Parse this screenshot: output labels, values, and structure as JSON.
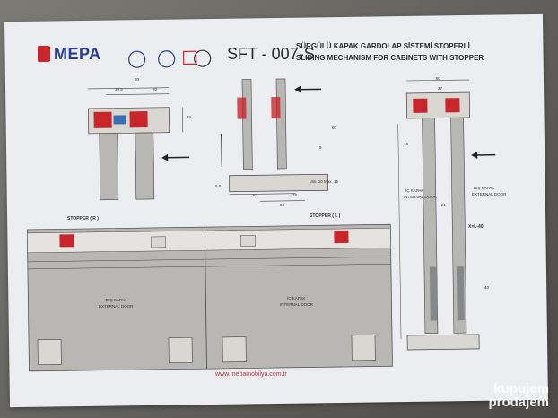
{
  "brand": {
    "name": "MEPA"
  },
  "product": {
    "model": "SFT - 007-S",
    "title_tr": "SÜRGÜLÜ KAPAK GARDOLAP SİSTEMİ STOPERLİ",
    "title_en": "SLIDING MECHANISM FOR CABINETS WITH STOPPER"
  },
  "diagram_labels": {
    "stopper_r": "STOPPER ( R )",
    "stopper_l": "STOPPER ( L )",
    "outer_door_tr": "DIŞ KAPAK",
    "outer_door_en": "EXTERNAL DOOR",
    "inner_door_tr": "İÇ KAPAK",
    "inner_door_en": "INTERNAL DOOR",
    "side_inner_tr": "İÇ KAPAK",
    "side_inner_en": "INTERNAL DOOR",
    "side_outer_tr": "DIŞ KAPAK",
    "side_outer_en": "EXTERNAL DOOR",
    "formula": "X=L-40",
    "min_max": "Min. 10 Max. 15"
  },
  "dimensions": {
    "top_width": "80",
    "top_left": "39.5",
    "top_right": "20",
    "height_32": "32",
    "height_60": "60",
    "dim_9": "9",
    "dim_6_5": "6.5",
    "dim_63": "63",
    "dim_18": "18",
    "dim_50": "50",
    "right_top": "80",
    "right_37": "37",
    "right_21": "21",
    "right_16": "16",
    "right_40": "40"
  },
  "footer": {
    "website": "www.mepamobilya.com.tr"
  },
  "watermark": {
    "line1": "kupujem",
    "line2": "prodajem"
  },
  "colors": {
    "paper": "#ecedf1",
    "line": "#444444",
    "red": "#c8262b",
    "blue": "#2a3d94",
    "gray_panel": "#b9b7b3"
  }
}
